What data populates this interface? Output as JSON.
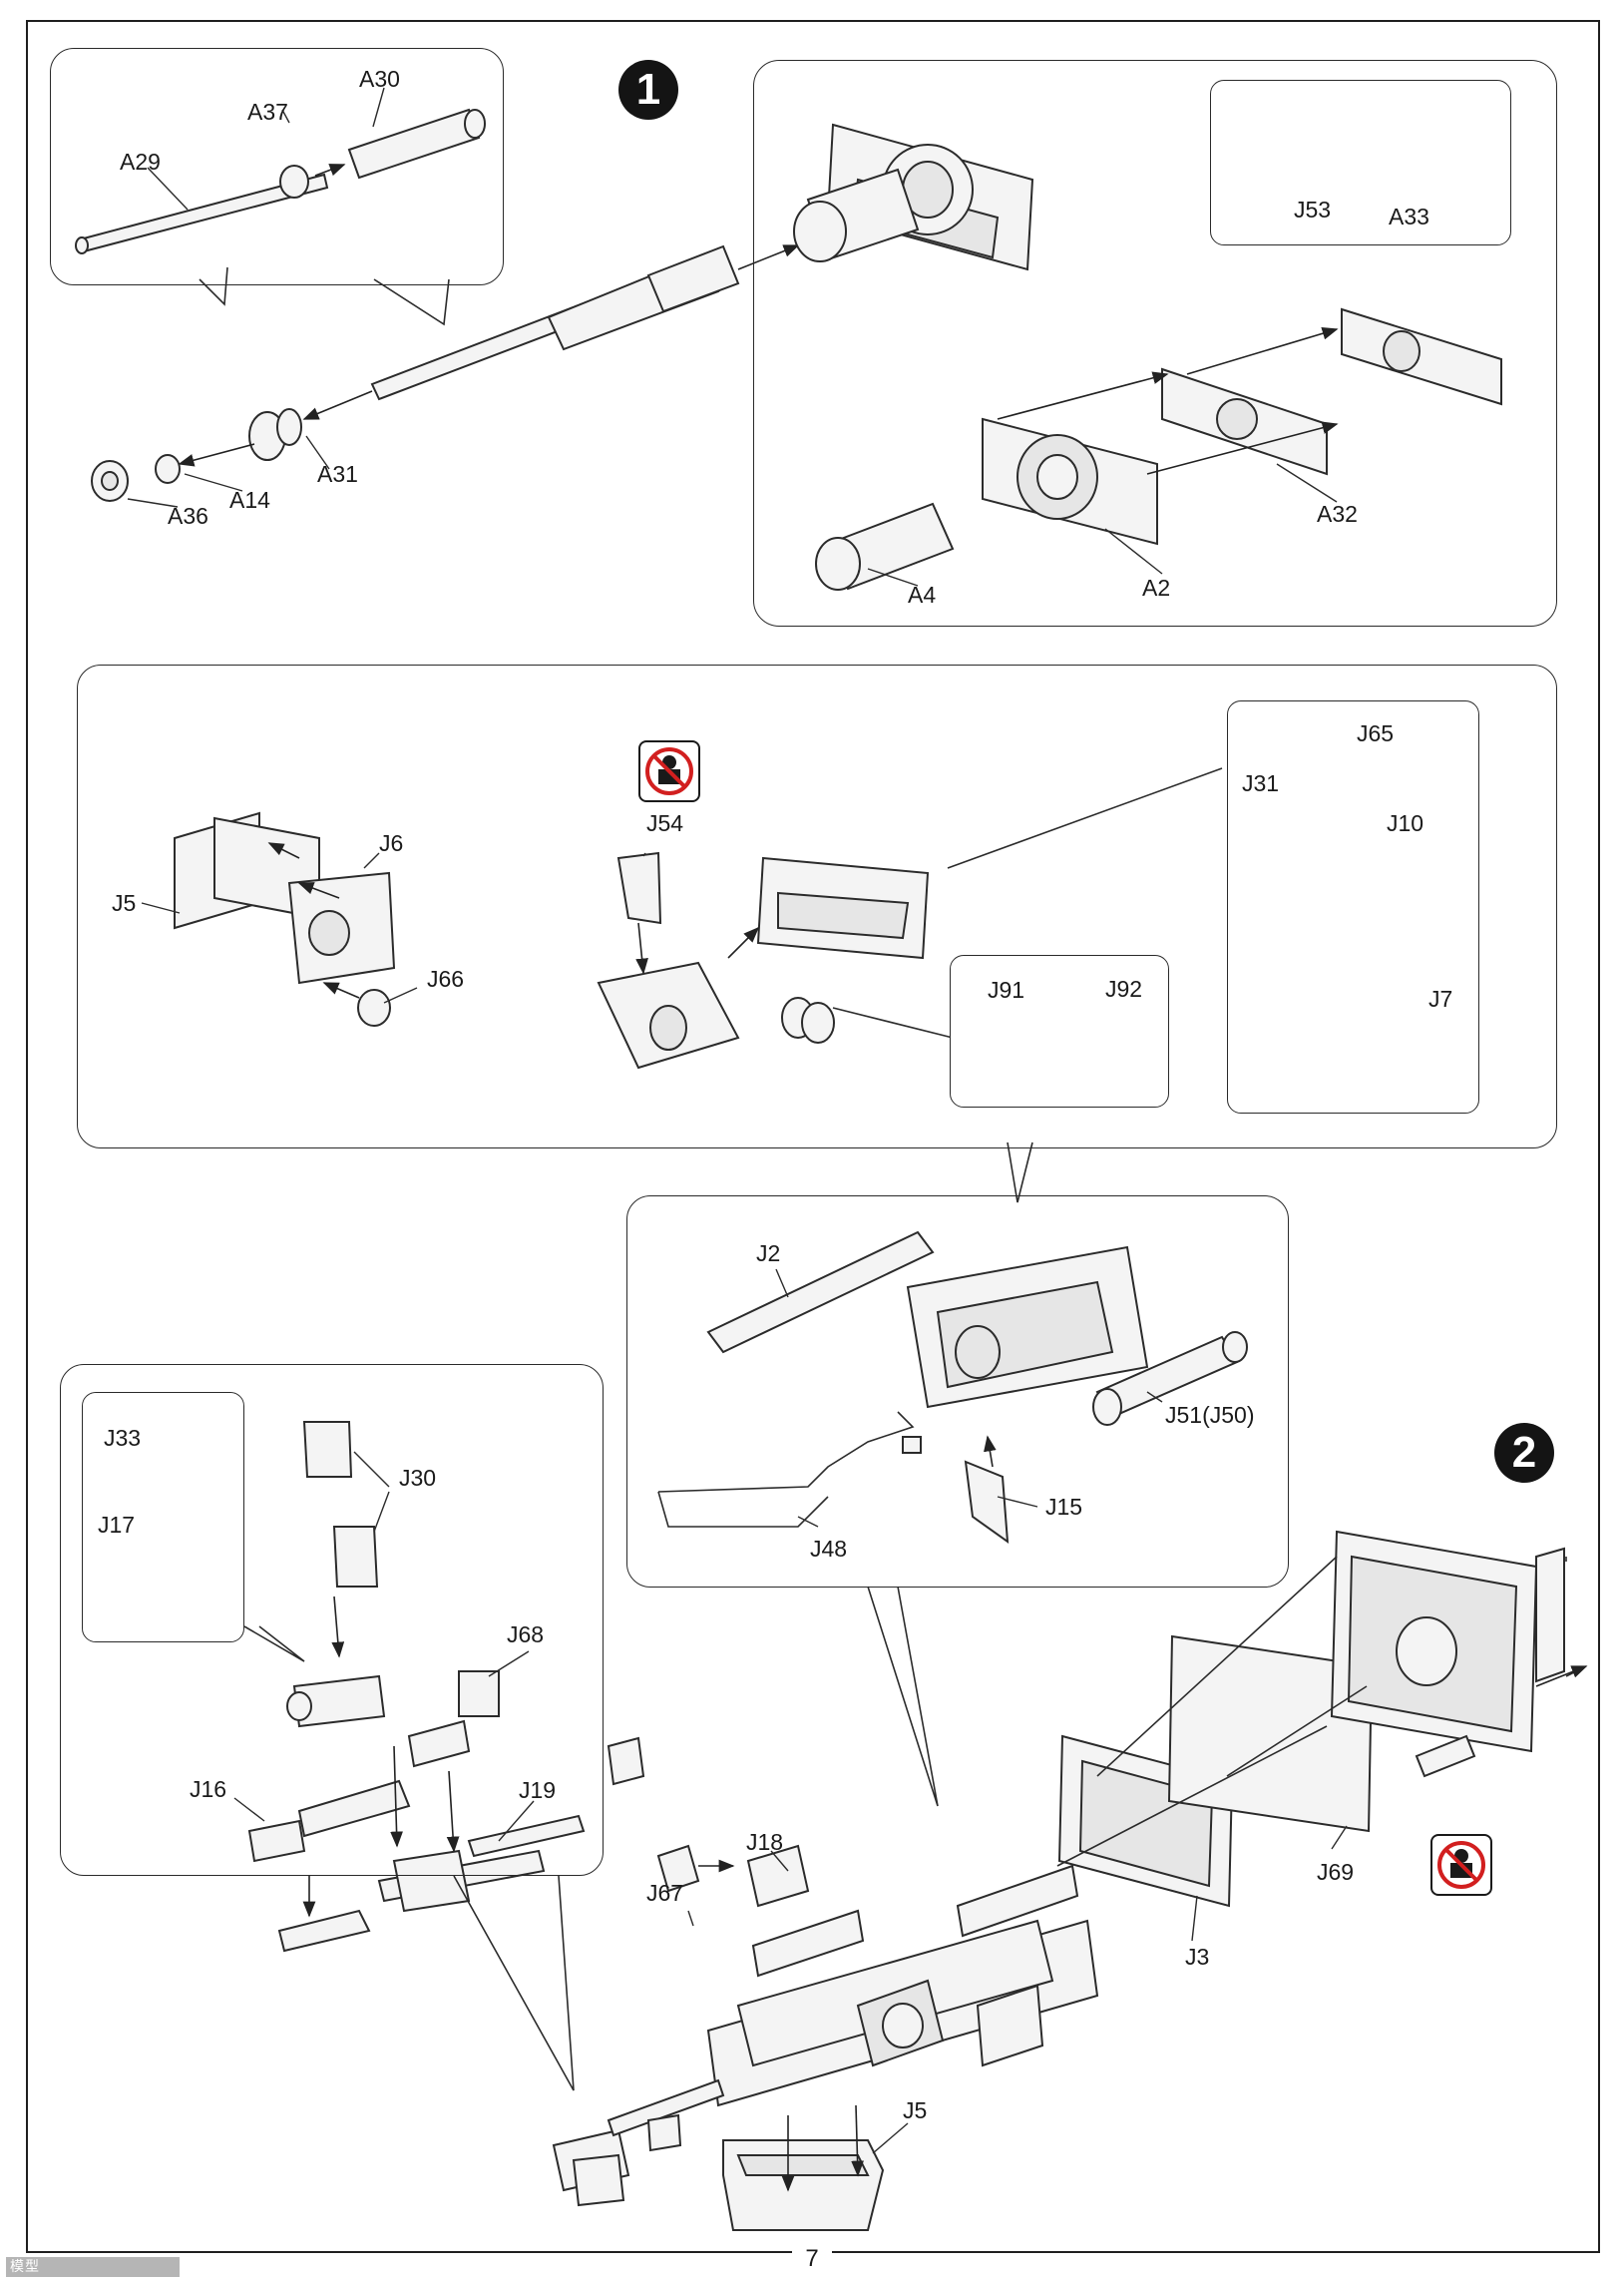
{
  "steps": [
    {
      "number": "1"
    },
    {
      "number": "2"
    }
  ],
  "labels": {
    "A29": "A29",
    "A30": "A30",
    "A37": "A37",
    "J53": "J53",
    "A33": "A33",
    "A31": "A31",
    "A14": "A14",
    "A36": "A36",
    "A32": "A32",
    "A4": "A4",
    "A2": "A2",
    "J65": "J65",
    "J31": "J31",
    "J10": "J10",
    "J7": "J7",
    "J54": "J54",
    "J6": "J6",
    "J5a": "J5",
    "J66": "J66",
    "J91": "J91",
    "J92": "J92",
    "J2": "J2",
    "J51": "J51(J50)",
    "J15": "J15",
    "J48": "J48",
    "J33": "J33",
    "J17": "J17",
    "J30": "J30",
    "J68": "J68",
    "J16": "J16",
    "J19": "J19",
    "J18": "J18",
    "J67": "J67",
    "J69": "J69",
    "J3": "J3",
    "J5b": "J5"
  },
  "footer": {
    "page_number": "7",
    "watermark": "模型 www.moxingzhan.com"
  },
  "colors": {
    "ink": "#1a1a1a",
    "step_badge": "#141414",
    "warning_red": "#d21f1f"
  },
  "icons": {
    "warning": "no-glue-prohibition-icon"
  }
}
